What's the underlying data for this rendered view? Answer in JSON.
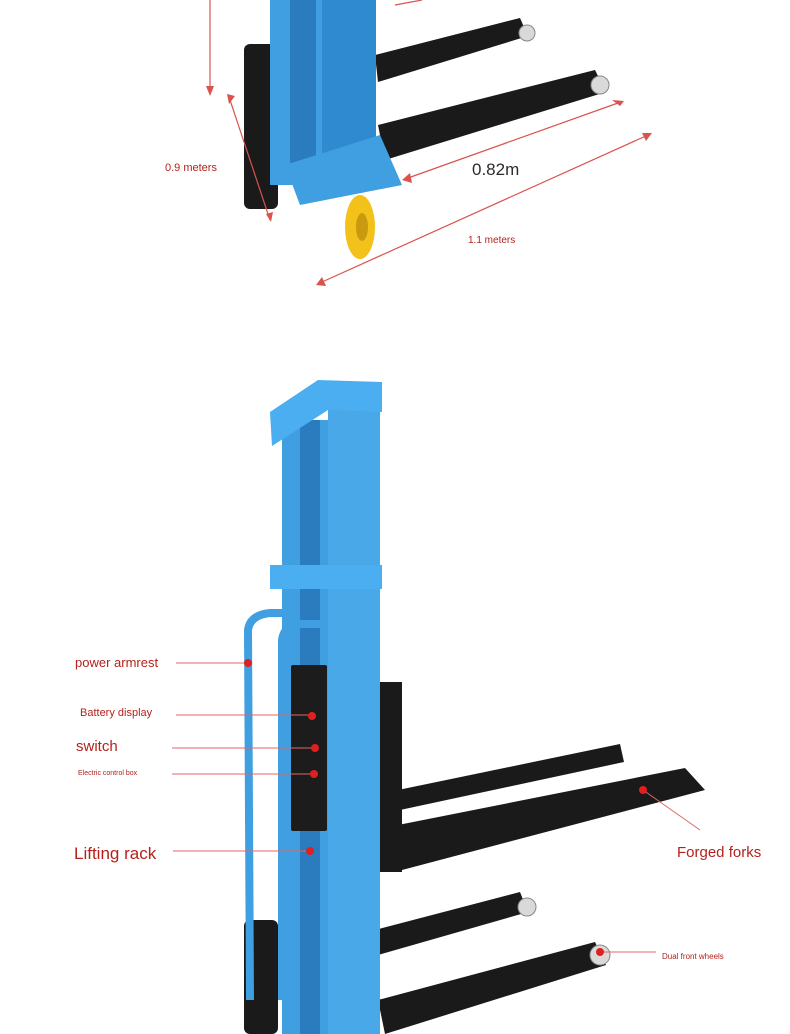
{
  "dimensions": {
    "height": "0.9 meters",
    "width": "0.82m",
    "length": "1.1 meters"
  },
  "labels": {
    "power_armrest": "power armrest",
    "battery_display": "Battery display",
    "switch": "switch",
    "control_box": "Electric control box",
    "lifting_rack": "Lifting rack",
    "forged_forks": "Forged forks",
    "dual_front_wheels": "Dual front wheels"
  },
  "colors": {
    "accent_red": "#b5221b",
    "frame_blue": "#3f9fe0",
    "fork_black": "#1a1a1a",
    "wheel_yellow": "#f2c21b"
  }
}
